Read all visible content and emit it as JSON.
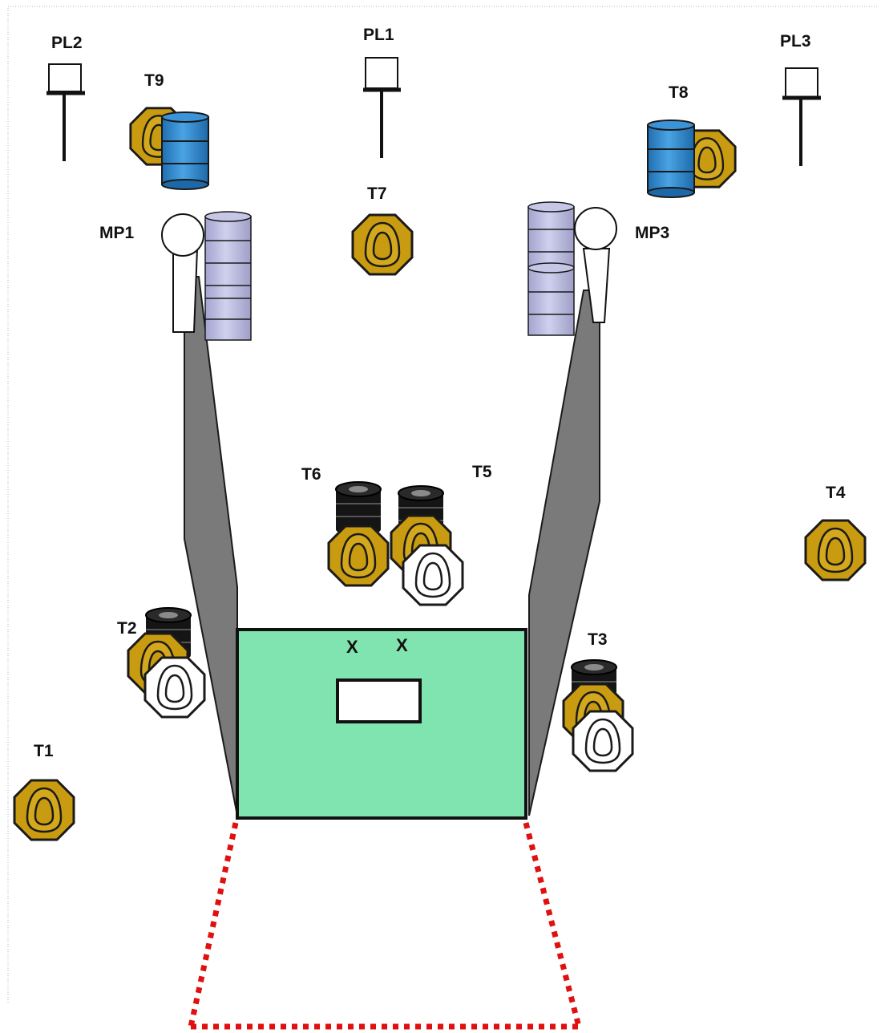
{
  "labels": {
    "pl1": "PL1",
    "pl2": "PL2",
    "pl3": "PL3",
    "mp1": "MP1",
    "mp3": "MP3",
    "t1": "T1",
    "t2": "T2",
    "t3": "T3",
    "t4": "T4",
    "t5": "T5",
    "t6": "T6",
    "t7": "T7",
    "t8": "T8",
    "t9": "T9"
  },
  "markers": {
    "x_left": "X",
    "x_right": "X"
  },
  "colors": {
    "shoot_box": "#80e4b0",
    "target_tan": "#c89b10",
    "target_white": "#ffffff",
    "barrel_blue": "#2f86cc",
    "barrel_lavender": "#b8b8dc",
    "barrel_black": "#151515",
    "wall_gray": "#7a7a7a",
    "fault_line": "#e01010"
  }
}
